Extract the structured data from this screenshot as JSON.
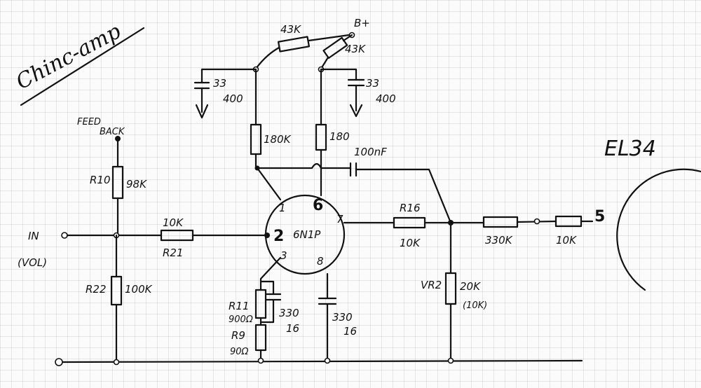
{
  "title": "Chinc-amp",
  "supply": "B+",
  "labels": {
    "feedback_1": "FEED",
    "feedback_2": "BACK",
    "input_1": "IN",
    "input_2": "(VOL)",
    "r10": "R10",
    "r10_val": "98K",
    "r21_val": "10K",
    "r21": "R21",
    "r22": "R22",
    "r22_val": "100K",
    "r_top_left": "43K",
    "r_top_right": "43K",
    "cap_left_1": "33",
    "cap_left_2": "400",
    "cap_right_1": "33",
    "cap_right_2": "400",
    "plate_left": "180K",
    "plate_right": "180",
    "coupling_cap": "100nF",
    "tube": "6N1P",
    "pin_1": "1",
    "pin_6": "6",
    "pin_7": "7",
    "pin_2": "2",
    "pin_3": "3",
    "pin_8": "8",
    "r11": "R11",
    "r11_val": "900Ω",
    "r9": "R9",
    "r9_val": "90Ω",
    "cath_cap_1": "330",
    "cath_cap_2": "16",
    "cath_cap2_1": "330",
    "cath_cap2_2": "16",
    "r16": "R16",
    "r16_val": "10K",
    "vr2": "VR2",
    "vr2_val": "20K",
    "vr2_alt": "(10K)",
    "r_330": "330K",
    "r_10k": "10K",
    "output_tube": "EL34",
    "output_pin": "5"
  }
}
